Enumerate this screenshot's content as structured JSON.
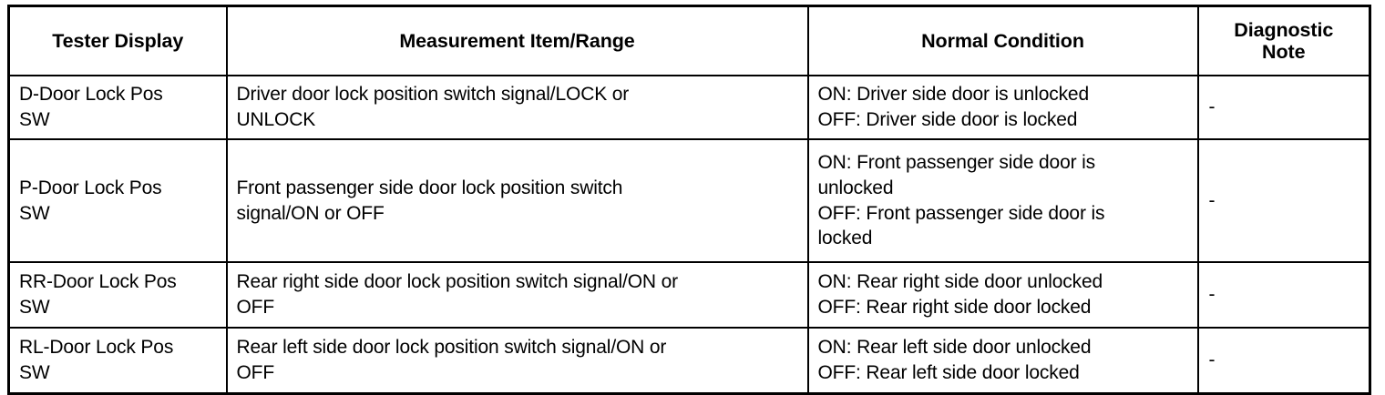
{
  "table": {
    "columns": [
      {
        "key": "tester_display",
        "label": "Tester Display"
      },
      {
        "key": "measurement_item_range",
        "label": "Measurement Item/Range"
      },
      {
        "key": "normal_condition",
        "label": "Normal Condition"
      },
      {
        "key": "diagnostic_note",
        "label": "Diagnostic\nNote"
      }
    ],
    "rows": [
      {
        "tester_display": "D-Door Lock Pos\nSW",
        "measurement_item_range": "Driver door lock position switch signal/LOCK or\nUNLOCK",
        "normal_condition": "ON: Driver side door is unlocked\nOFF: Driver side door is locked",
        "diagnostic_note": "-"
      },
      {
        "tester_display": "P-Door Lock Pos\nSW",
        "measurement_item_range": "Front passenger side door lock position switch\nsignal/ON or OFF",
        "normal_condition": "ON: Front passenger side door is\nunlocked\nOFF: Front passenger side door is\nlocked",
        "diagnostic_note": "-"
      },
      {
        "tester_display": "RR-Door Lock Pos\nSW",
        "measurement_item_range": "Rear right side door lock position switch signal/ON or\nOFF",
        "normal_condition": "ON: Rear right side door unlocked\nOFF: Rear right side door locked",
        "diagnostic_note": "-"
      },
      {
        "tester_display": "RL-Door Lock Pos\nSW",
        "measurement_item_range": "Rear left side door lock position switch signal/ON or\nOFF",
        "normal_condition": "ON: Rear left side door unlocked\nOFF: Rear left side door locked",
        "diagnostic_note": "-"
      }
    ]
  },
  "style": {
    "border_color": "#000000",
    "text_color": "#000000",
    "background": "#ffffff"
  }
}
